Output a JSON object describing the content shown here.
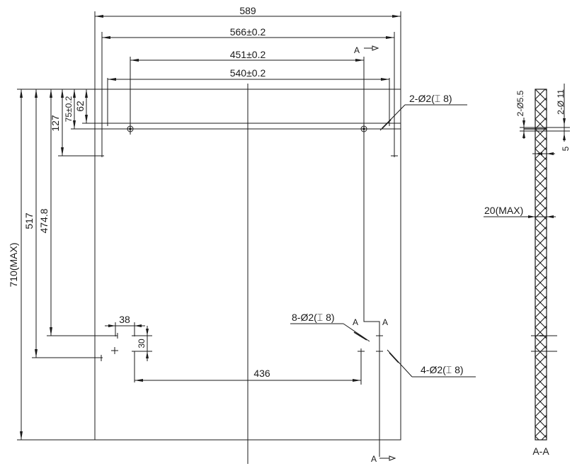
{
  "drawing": {
    "front_view": {
      "horizontal_dimensions": {
        "overall_width": "589",
        "outer_hole_span": "566±0.2",
        "inner_hole_span": "451±0.2",
        "mid_span": "540±0.2",
        "bottom_hole_span": "436",
        "small_offset": "38"
      },
      "vertical_dimensions": {
        "overall_height": "710(MAX)",
        "height_517": "517",
        "height_474_8": "474.8",
        "height_127": "127",
        "height_75": "75±0.2",
        "height_62": "62",
        "small_offset": "30"
      },
      "callouts": {
        "top_holes": "2-Ø2(⌶ 8)",
        "side_holes_8": "8-Ø2(⌶ 8)",
        "side_holes_4": "4-Ø2(⌶ 8)"
      },
      "section_markers": {
        "top": "A",
        "bottom": "A",
        "mid_left": "A",
        "mid_right": "A"
      }
    },
    "section_view": {
      "title": "A-A",
      "dim_hole_small": "2-Ø5.5",
      "dim_hole_large": "2-Ø 11",
      "dim_depth": "5",
      "dim_thickness": "20(MAX)"
    },
    "colors": {
      "line": "#1a1a1a",
      "background": "#ffffff"
    }
  }
}
